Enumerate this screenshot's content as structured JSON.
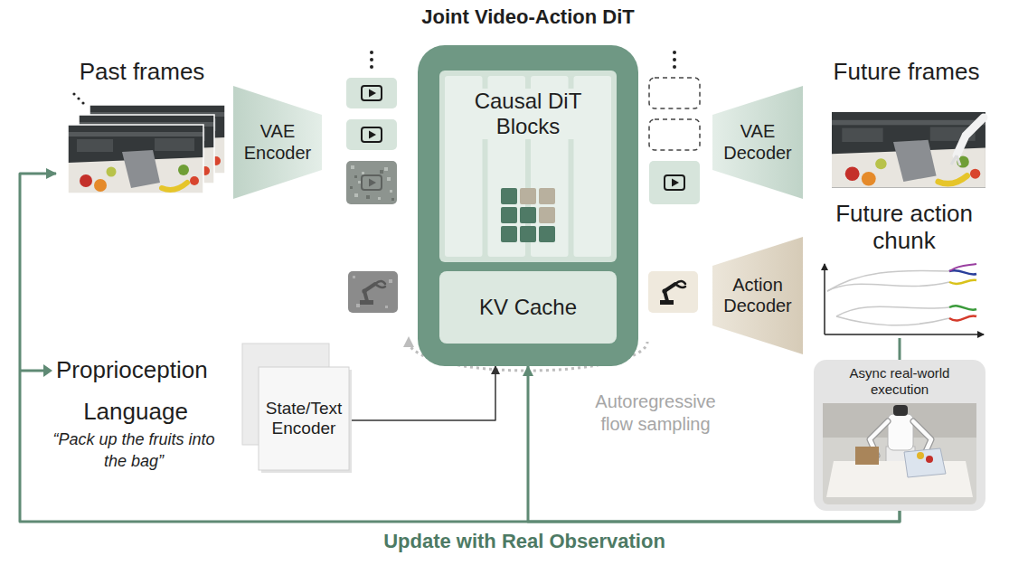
{
  "diagram": {
    "nodes": [
      {
        "text": [
          "Past frames"
        ]
      },
      {
        "text": [
          "VAE Encoder"
        ]
      },
      {
        "text": [
          "Joint Video-Action DiT"
        ]
      },
      {
        "text": [
          "Causal DiT Blocks"
        ],
        "in": 2
      },
      {
        "text": [
          "KV Cache"
        ],
        "in": 2
      },
      {
        "text": [
          "Future frames"
        ]
      },
      {
        "text": [
          "VAE Decoder"
        ]
      },
      {
        "text": [
          "Future action chunk"
        ]
      },
      {
        "text": [
          "Action Decoder"
        ]
      },
      {
        "text": [
          "Async real-world execution"
        ]
      },
      {
        "text": [
          "State/Text Encoder"
        ]
      }
    ],
    "edges": [
      {
        "from": 9,
        "to": 0,
        "arrow": "to"
      },
      {
        "from": 9,
        "to": 2,
        "arrow": "to"
      },
      {
        "from": 10,
        "to": 2,
        "arrow": "to"
      },
      {
        "from": 7,
        "to": 9,
        "arrow": "none"
      }
    ],
    "labels": [
      "Proprioception",
      "Language",
      "“Pack up the fruits into the bag”",
      "Autoregressive flow sampling",
      "Update with Real Observation"
    ]
  }
}
